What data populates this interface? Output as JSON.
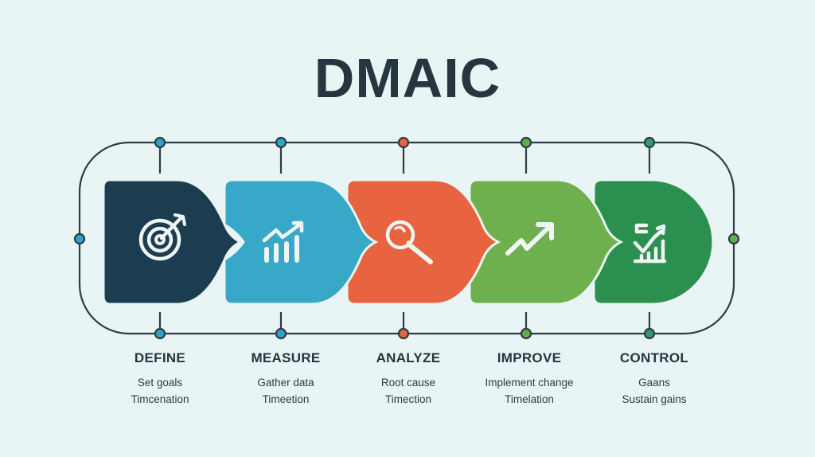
{
  "title": "DMAIC",
  "colors": {
    "background": "#e8f5f4",
    "outline": "#2f3b45",
    "define": "#1b3d4f",
    "measure": "#38a8c8",
    "analyze": "#e8633f",
    "improve": "#6fb04e",
    "control": "#2b8f4f",
    "icon": "#f0f5f5"
  },
  "phases": [
    {
      "name": "DEFINE",
      "line1": "Set goals",
      "line2": "Timcenation",
      "icon": "target-arrow-icon",
      "color": "#1b3d4f",
      "node_color": "#2aa7c8"
    },
    {
      "name": "MEASURE",
      "line1": "Gather data",
      "line2": "Timeetion",
      "icon": "bar-chart-trend-icon",
      "color": "#38a8c8",
      "node_color": "#2aa7c8"
    },
    {
      "name": "ANALYZE",
      "line1": "Root cause",
      "line2": "Timection",
      "icon": "magnifying-glass-icon",
      "color": "#e8633f",
      "node_color": "#e8633f"
    },
    {
      "name": "IMPROVE",
      "line1": "Implement change",
      "line2": "Timelation",
      "icon": "trend-up-arrow-icon",
      "color": "#6fb04e",
      "node_color": "#5fb048"
    },
    {
      "name": "CONTROL",
      "line1": "Gaans",
      "line2": "Sustain gains",
      "icon": "checklist-chart-icon",
      "color": "#2b8f4f",
      "node_color": "#2f9e6a"
    }
  ]
}
